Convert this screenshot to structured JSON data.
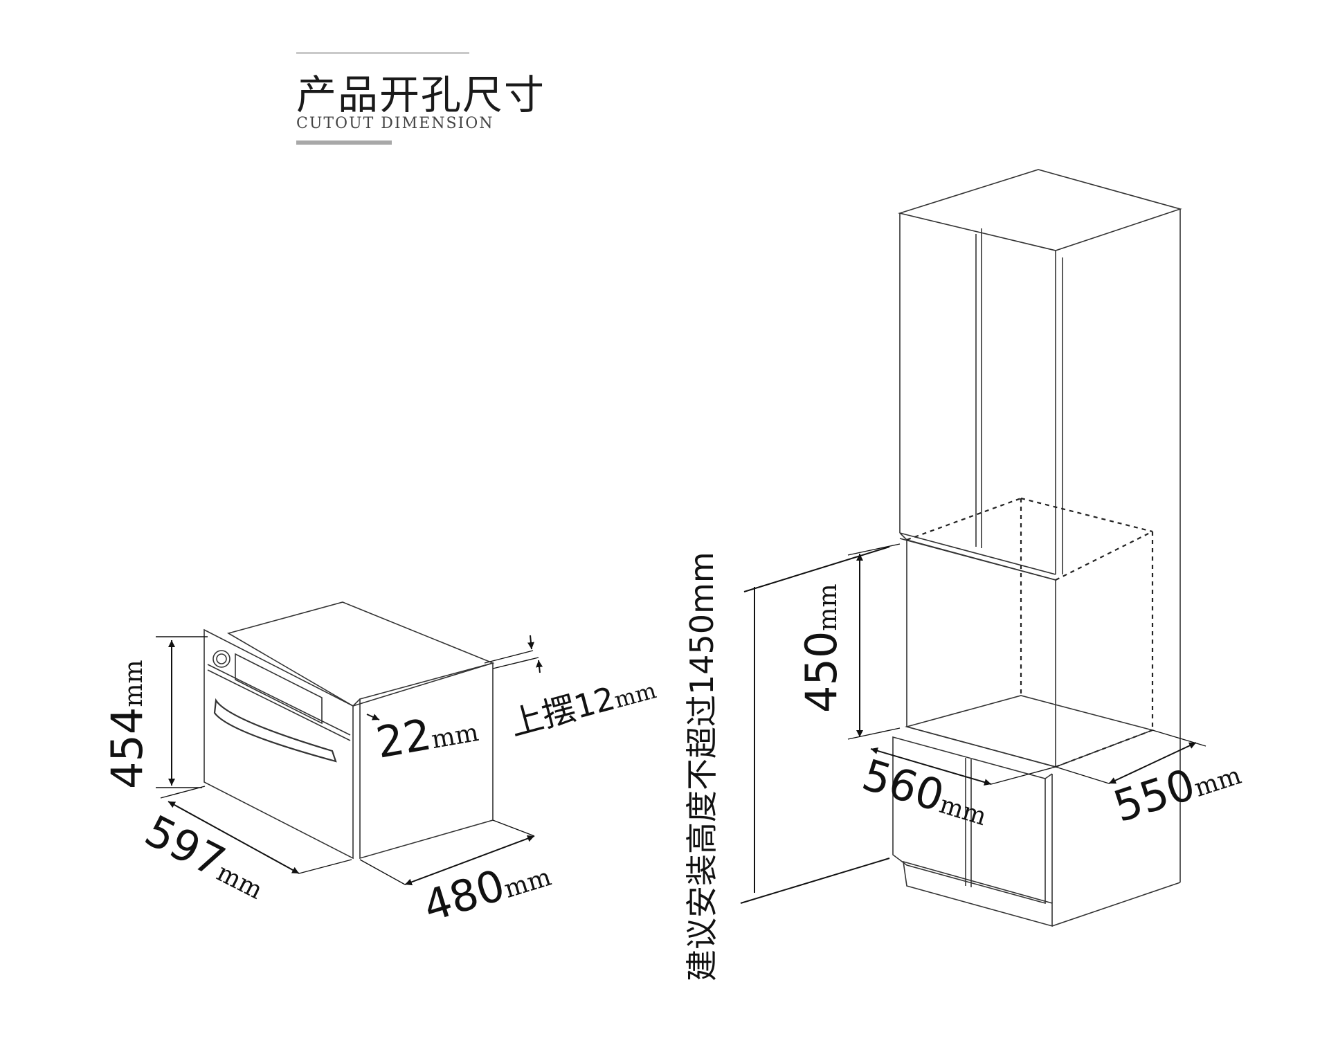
{
  "header": {
    "title": "产品开孔尺寸",
    "subtitle": "CUTOUT DIMENSION"
  },
  "product": {
    "height": {
      "num": "454",
      "unit": "mm"
    },
    "width": {
      "num": "597",
      "unit": "mm"
    },
    "depth": {
      "num": "480",
      "unit": "mm"
    },
    "panel_gap": {
      "num": "22",
      "unit": "mm"
    },
    "top_offset": {
      "prefix": "上摆",
      "num": "12",
      "unit": "mm"
    }
  },
  "cabinet": {
    "cutout_height": {
      "num": "450",
      "unit": "mm"
    },
    "cutout_width": {
      "num": "560",
      "unit": "mm"
    },
    "cutout_depth": {
      "num": "550",
      "unit": "mm"
    },
    "install_height": {
      "text": "建议安装高度不超过1450mm"
    }
  },
  "colors": {
    "line": "#333333",
    "dash": "#222222",
    "title_rule": "#a8a8a8"
  }
}
